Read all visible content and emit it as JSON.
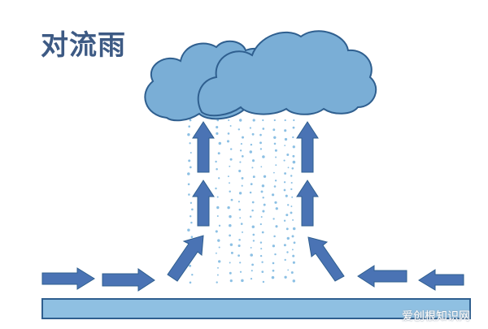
{
  "title": "对流雨",
  "watermark": "爱创根知识网",
  "colors": {
    "cloud_fill": "#7aaed6",
    "cloud_stroke": "#2f5f8f",
    "arrow_fill": "#4a73b4",
    "ground_fill": "#8fc0e2",
    "ground_stroke": "#2f5f8f",
    "rain": "#8cc0e4",
    "title": "#3d5a84"
  },
  "icons": [
    "cloud-icon",
    "arrow-right-icon",
    "arrow-left-icon",
    "arrow-up-icon",
    "arrow-up-right-icon",
    "arrow-up-left-icon",
    "ground-bar"
  ]
}
